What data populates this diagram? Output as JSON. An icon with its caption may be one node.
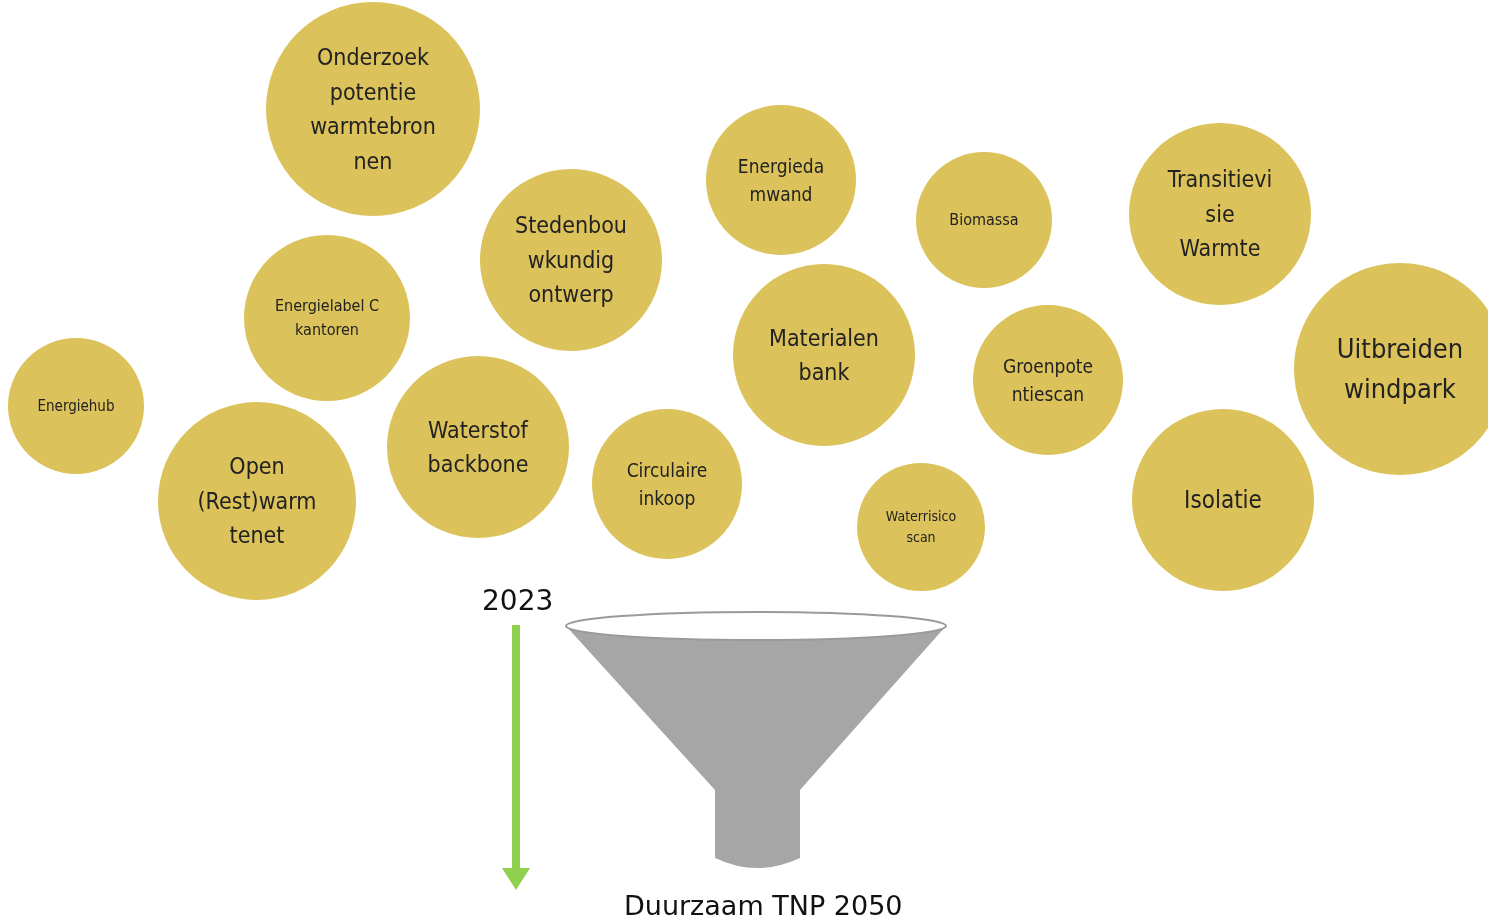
{
  "diagram": {
    "nodes": [
      {
        "text": [
          "Onderzoek potentie warmtebron nen"
        ]
      },
      {
        "text": [
          "Energieda mwand"
        ]
      },
      {
        "text": [
          "Biomassa"
        ]
      },
      {
        "text": [
          "Transitievi sie Warmte"
        ]
      },
      {
        "text": [
          "Stedenbou wkundig ontwerp"
        ]
      },
      {
        "text": [
          "Energielabel C kantoren"
        ]
      },
      {
        "text": [
          "Materialen bank"
        ]
      },
      {
        "text": [
          "Groenpote ntiescan"
        ]
      },
      {
        "text": [
          "Uitbreiden windpark"
        ]
      },
      {
        "text": [
          "Energiehub"
        ]
      },
      {
        "text": [
          "Waterstof backbone"
        ]
      },
      {
        "text": [
          "Open (Rest)warm tenet"
        ]
      },
      {
        "text": [
          "Circulaire inkoop"
        ]
      },
      {
        "text": [
          "Isolatie"
        ]
      },
      {
        "text": [
          "Waterrisico scan"
        ]
      }
    ],
    "labels": [
      "2023",
      "Duurzaam TNP 2050"
    ]
  }
}
